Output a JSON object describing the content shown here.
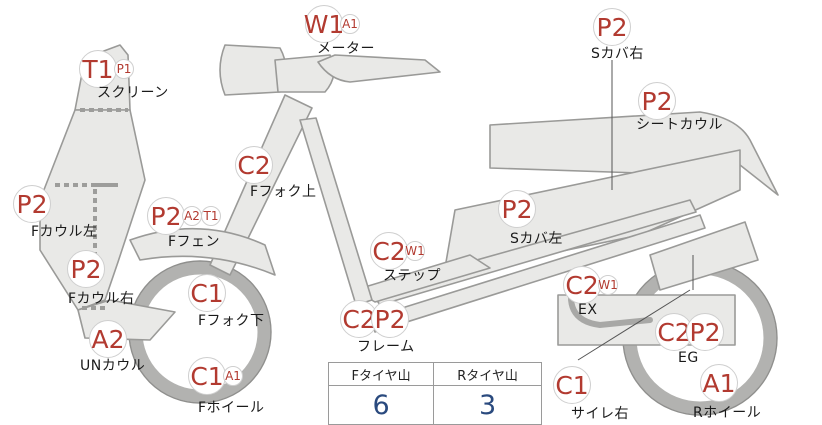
{
  "parts": [
    {
      "id": "meter",
      "label": "メーター",
      "codes": [
        {
          "t": "W1",
          "s": "big"
        },
        {
          "t": "A1",
          "s": "sm"
        }
      ]
    },
    {
      "id": "screen",
      "label": "スクリーン",
      "codes": [
        {
          "t": "T1",
          "s": "big"
        },
        {
          "t": "P1",
          "s": "sm"
        }
      ]
    },
    {
      "id": "s-cover-right",
      "label": "Sカバ右",
      "codes": [
        {
          "t": "P2",
          "s": "big"
        }
      ]
    },
    {
      "id": "seat-cowl",
      "label": "シートカウル",
      "codes": [
        {
          "t": "P2",
          "s": "big"
        }
      ]
    },
    {
      "id": "f-fork-upper",
      "label": "Fフォク上",
      "codes": [
        {
          "t": "C2",
          "s": "big"
        }
      ]
    },
    {
      "id": "f-cowl-left",
      "label": "Fカウル左",
      "codes": [
        {
          "t": "P2",
          "s": "big"
        }
      ]
    },
    {
      "id": "f-fender",
      "label": "Fフェン",
      "codes": [
        {
          "t": "P2",
          "s": "big"
        },
        {
          "t": "A2",
          "s": "sm"
        },
        {
          "t": "T1",
          "s": "sm"
        }
      ]
    },
    {
      "id": "s-cover-left",
      "label": "Sカバ左",
      "codes": [
        {
          "t": "P2",
          "s": "big"
        }
      ]
    },
    {
      "id": "step",
      "label": "ステップ",
      "codes": [
        {
          "t": "C2",
          "s": "big"
        },
        {
          "t": "W1",
          "s": "sm"
        }
      ]
    },
    {
      "id": "f-cowl-right",
      "label": "Fカウル右",
      "codes": [
        {
          "t": "P2",
          "s": "big"
        }
      ]
    },
    {
      "id": "ex",
      "label": "EX",
      "codes": [
        {
          "t": "C2",
          "s": "big"
        },
        {
          "t": "W1",
          "s": "sm"
        }
      ]
    },
    {
      "id": "f-fork-lower",
      "label": "Fフォク下",
      "codes": [
        {
          "t": "C1",
          "s": "big"
        }
      ]
    },
    {
      "id": "frame",
      "label": "フレーム",
      "codes": [
        {
          "t": "C2",
          "s": "big"
        },
        {
          "t": "P2",
          "s": "big"
        }
      ]
    },
    {
      "id": "eg",
      "label": "EG",
      "codes": [
        {
          "t": "C2",
          "s": "big"
        },
        {
          "t": "P2",
          "s": "big"
        }
      ]
    },
    {
      "id": "un-cowl",
      "label": "UNカウル",
      "codes": [
        {
          "t": "A2",
          "s": "big"
        }
      ]
    },
    {
      "id": "f-wheel",
      "label": "Fホイール",
      "codes": [
        {
          "t": "C1",
          "s": "big"
        },
        {
          "t": "A1",
          "s": "sm"
        }
      ]
    },
    {
      "id": "silencer-right",
      "label": "サイレ右",
      "codes": [
        {
          "t": "C1",
          "s": "big"
        }
      ]
    },
    {
      "id": "r-wheel",
      "label": "Rホイール",
      "codes": [
        {
          "t": "A1",
          "s": "big"
        }
      ]
    }
  ],
  "tire_table": {
    "headers": [
      "Fタイヤ山",
      "Rタイヤ山"
    ],
    "values": [
      "6",
      "3"
    ]
  },
  "colors": {
    "code": "#b23a30",
    "tire_value": "#2a4a7e"
  }
}
